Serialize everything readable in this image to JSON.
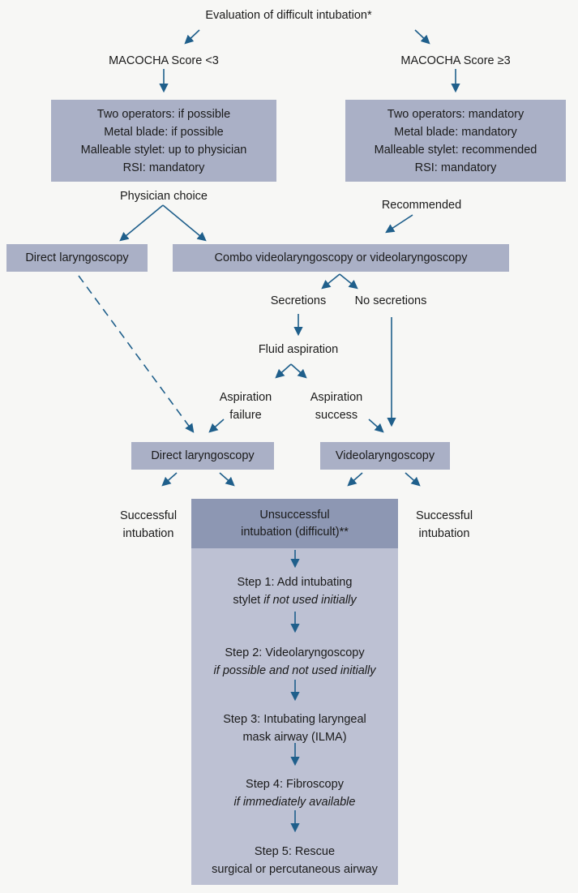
{
  "title": "Evaluation of difficult intubation*",
  "branches": {
    "low": {
      "label": "MACOCHA Score <3",
      "lines": [
        "Two operators: if possible",
        "Metal blade: if possible",
        "Malleable stylet: up to physician",
        "RSI: mandatory"
      ],
      "choice_label": "Physician choice"
    },
    "high": {
      "label": "MACOCHA Score ≥3",
      "lines": [
        "Two operators: mandatory",
        "Metal blade: mandatory",
        "Malleable stylet: recommended",
        "RSI: mandatory"
      ],
      "choice_label": "Recommended"
    }
  },
  "first_attempt": {
    "direct": "Direct laryngoscopy",
    "combo": "Combo videolaryngoscopy or videolaryngoscopy"
  },
  "secretions": {
    "yes": "Secretions",
    "no": "No secretions",
    "aspiration": "Fluid aspiration",
    "failure": [
      "Aspiration",
      "failure"
    ],
    "success": [
      "Aspiration",
      "success"
    ]
  },
  "second_attempt": {
    "direct": "Direct laryngoscopy",
    "video": "Videolaryngoscopy"
  },
  "outcomes": {
    "success_left": [
      "Successful",
      "intubation"
    ],
    "success_right": [
      "Successful",
      "intubation"
    ],
    "unsuccessful": [
      "Unsuccessful",
      "intubation (difficult)**"
    ]
  },
  "steps": [
    {
      "line1": "Step 1: Add intubating",
      "line2_plain": "stylet ",
      "line2_italic": "if not used initially"
    },
    {
      "line1": "Step 2: Videolaryngoscopy",
      "line2_plain": "",
      "line2_italic": "if possible and not used initially"
    },
    {
      "line1": "Step 3: Intubating laryngeal",
      "line2_plain": "mask airway (ILMA)",
      "line2_italic": ""
    },
    {
      "line1": "Step 4: Fibroscopy",
      "line2_plain": "",
      "line2_italic": "if immediately available"
    },
    {
      "line1": "Step 5: Rescue",
      "line2_plain": "surgical or percutaneous airway",
      "line2_italic": ""
    }
  ],
  "colors": {
    "arrow": "#1f5f8b",
    "box": "#aab0c6",
    "panel_header": "#8d97b3",
    "panel": "#bdc1d3"
  }
}
